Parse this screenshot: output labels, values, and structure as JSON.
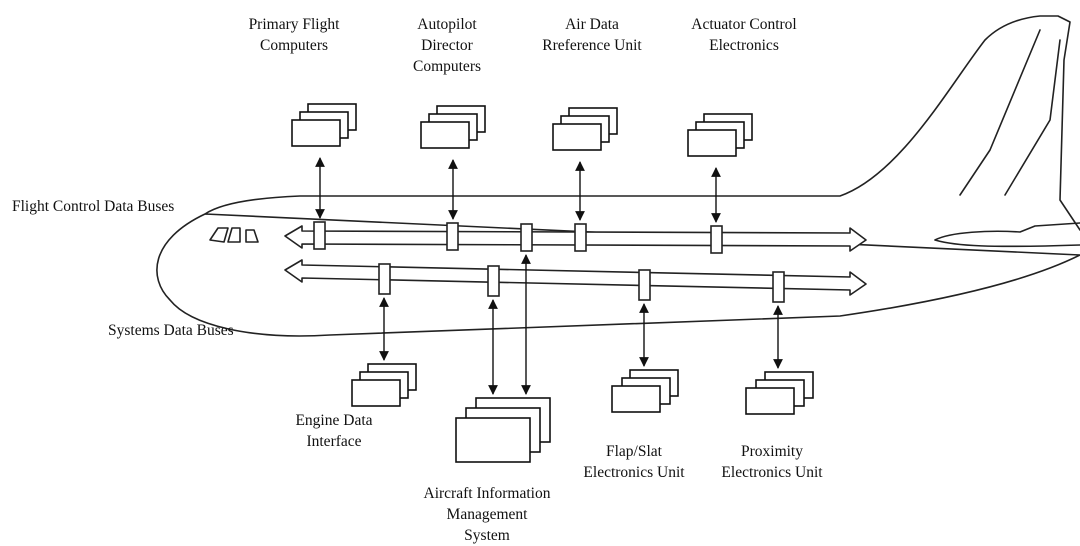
{
  "diagram": {
    "labels": {
      "primary_flight_computers": [
        "Primary Flight",
        "Computers"
      ],
      "autopilot_director_computers": [
        "Autopilot",
        "Director",
        "Computers"
      ],
      "air_data_reference_unit": [
        "Air Data",
        "Rreference Unit"
      ],
      "actuator_control_electronics": [
        "Actuator Control",
        "Electronics"
      ],
      "flight_control_data_buses": "Flight Control Data Buses",
      "systems_data_buses": "Systems Data Buses",
      "engine_data_interface": [
        "Engine Data",
        "Interface"
      ],
      "aircraft_information_management_system": [
        "Aircraft Information",
        "Management",
        "System"
      ],
      "flap_slat_electronics_unit": [
        "Flap/Slat",
        "Electronics Unit"
      ],
      "proximity_electronics_unit": [
        "Proximity",
        "Electronics Unit"
      ]
    },
    "colors": {
      "stroke": "#111111",
      "background": "#ffffff"
    }
  }
}
